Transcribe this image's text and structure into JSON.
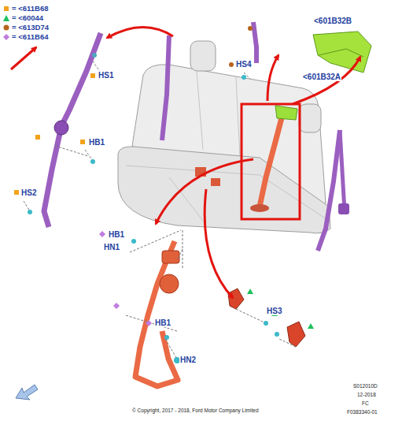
{
  "diagram": {
    "labels": [
      "HS1",
      "HB1",
      "HS2",
      "HS4",
      "<601B32B",
      "<601B32A",
      "HB1",
      "HN1",
      "HB1",
      "HS3",
      "HN2",
      "S012010D",
      "12-2018",
      "FC",
      "F0383340-01",
      "© Copyright, 2017 - 2018, Ford Motor Company Limited"
    ],
    "legend": [
      {
        "text": "= <611B68",
        "color": "#f2a31b"
      },
      {
        "text": "= <60044",
        "color": "#1fbf5c"
      },
      {
        "text": "= <613D74",
        "color": "#b5651d"
      },
      {
        "text": "= <611B64",
        "color": "#c07ce0"
      }
    ]
  }
}
